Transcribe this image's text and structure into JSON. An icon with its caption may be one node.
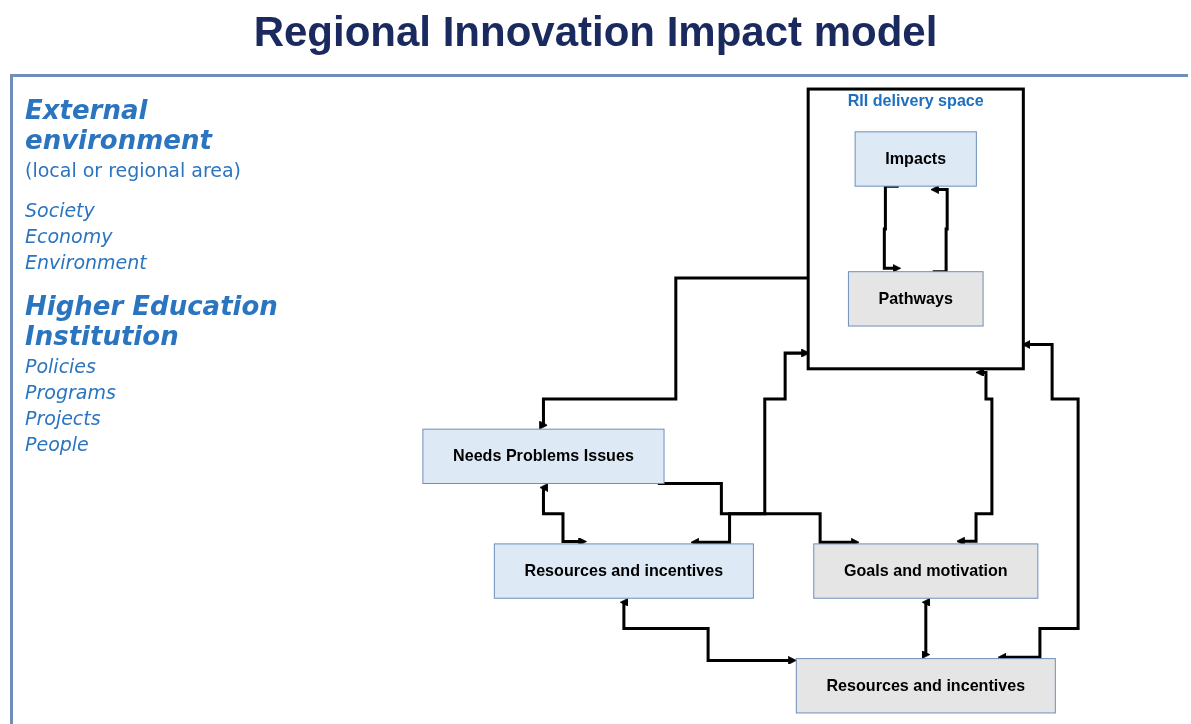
{
  "diagram": {
    "title": "Regional Innovation Impact model",
    "nodes": [
      {
        "text": [
          "RII delivery space"
        ]
      },
      {
        "text": [
          "Needs Problems Issues"
        ]
      },
      {
        "text": [
          "Resources and incentives"
        ]
      },
      {
        "text": [
          "Impacts"
        ],
        "in": 0
      },
      {
        "text": [
          "Goals and motivation"
        ]
      },
      {
        "text": [
          "Resources and incentives"
        ]
      },
      {
        "text": [
          "Pathways"
        ],
        "in": 0
      }
    ],
    "edges": [
      {
        "from": 0,
        "to": 1,
        "arrow": "to"
      },
      {
        "from": 1,
        "to": 2,
        "arrow": "both"
      },
      {
        "from": 2,
        "to": 0,
        "arrow": "both"
      },
      {
        "from": 2,
        "to": 5,
        "arrow": "both"
      },
      {
        "from": 3,
        "to": 6,
        "arrow": "to"
      },
      {
        "from": 6,
        "to": 3,
        "arrow": "to"
      },
      {
        "from": 1,
        "to": 4,
        "arrow": "to"
      },
      {
        "from": 4,
        "to": 5,
        "arrow": "both"
      },
      {
        "from": 5,
        "to": 0,
        "arrow": "both"
      },
      {
        "from": 4,
        "to": 0,
        "arrow": "both"
      }
    ],
    "labels": [
      "External environment",
      "(local or regional area)",
      "Society",
      "Economy",
      "Environment",
      "Higher Education Institution",
      "Policies",
      "Programs",
      "Projects",
      "People"
    ]
  }
}
